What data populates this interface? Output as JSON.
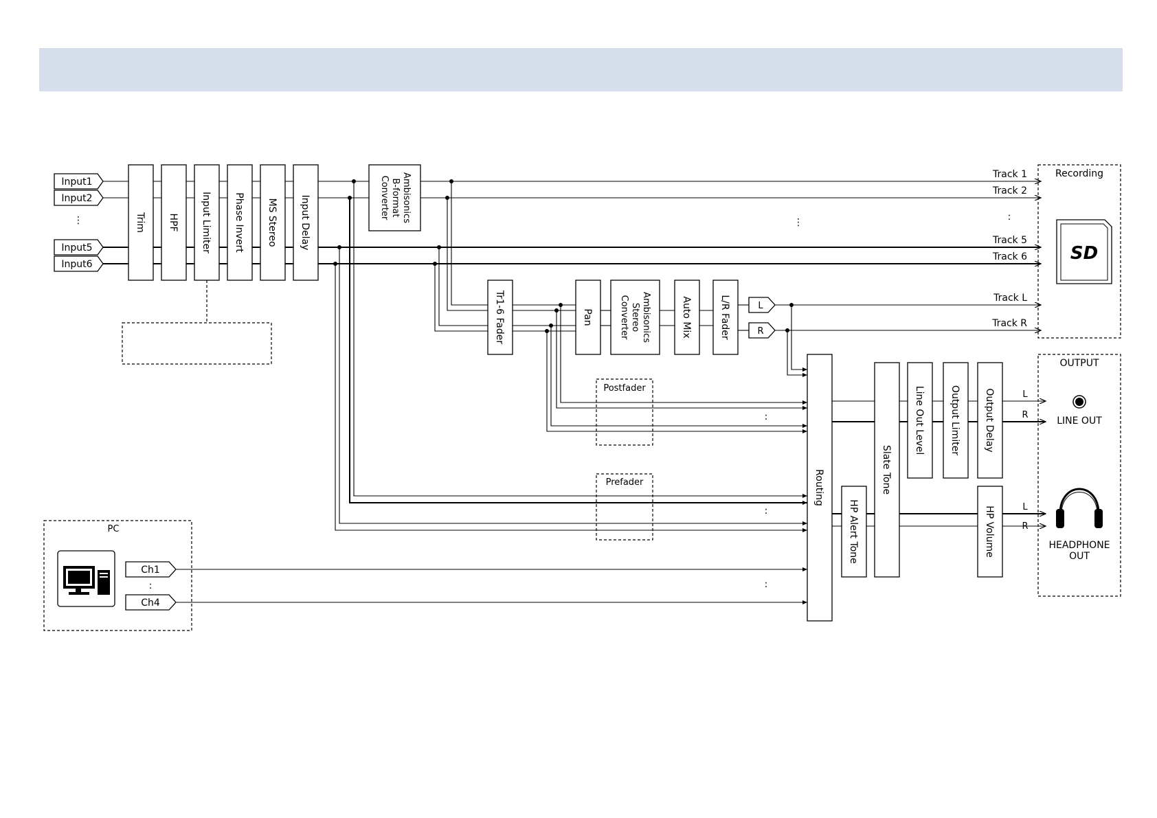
{
  "colors": {
    "header_band": "#d6ddeb",
    "ink": "#000000"
  },
  "inputs": [
    "Input1",
    "Input2",
    "Input5",
    "Input6"
  ],
  "ellipsis_vertical": "⋮",
  "colon": ":",
  "blocks": {
    "trim": "Trim",
    "hpf": "HPF",
    "input_limiter": "Input Limiter",
    "phase_invert": "Phase Invert",
    "ms_stereo": "MS Stereo",
    "input_delay": "Input Delay",
    "ambisonics_bformat": [
      "Ambisonics",
      "B-format",
      "Converter"
    ],
    "tr16_fader": "Tr1-6 Fader",
    "pan": "Pan",
    "ambisonics_stereo": [
      "Ambisonics",
      "Stereo",
      "Converter"
    ],
    "auto_mix": "Auto Mix",
    "lr_fader": "L/R Fader",
    "routing": "Routing",
    "hp_alert_tone": "HP Alert Tone",
    "slate_tone": "Slate Tone",
    "line_out_level": "Line Out Level",
    "output_limiter": "Output Limiter",
    "output_delay": "Output Delay",
    "hp_volume": "HP Volume"
  },
  "lr_tags": {
    "left": "L",
    "right": "R"
  },
  "tracks": [
    "Track 1",
    "Track 2",
    "Track 5",
    "Track 6",
    "Track L",
    "Track R"
  ],
  "groups": {
    "recording": "Recording",
    "output": "OUTPUT",
    "postfader": "Postfader",
    "prefader": "Prefader",
    "pc": "PC"
  },
  "outputs": {
    "line_out": "LINE OUT",
    "headphone_line1": "HEADPHONE",
    "headphone_line2": "OUT",
    "ch_l": "L",
    "ch_r": "R"
  },
  "pc_channels": [
    "Ch1",
    "Ch4"
  ],
  "icons": [
    "sd-card-icon",
    "line-out-jack-icon",
    "headphone-icon",
    "computer-icon"
  ]
}
